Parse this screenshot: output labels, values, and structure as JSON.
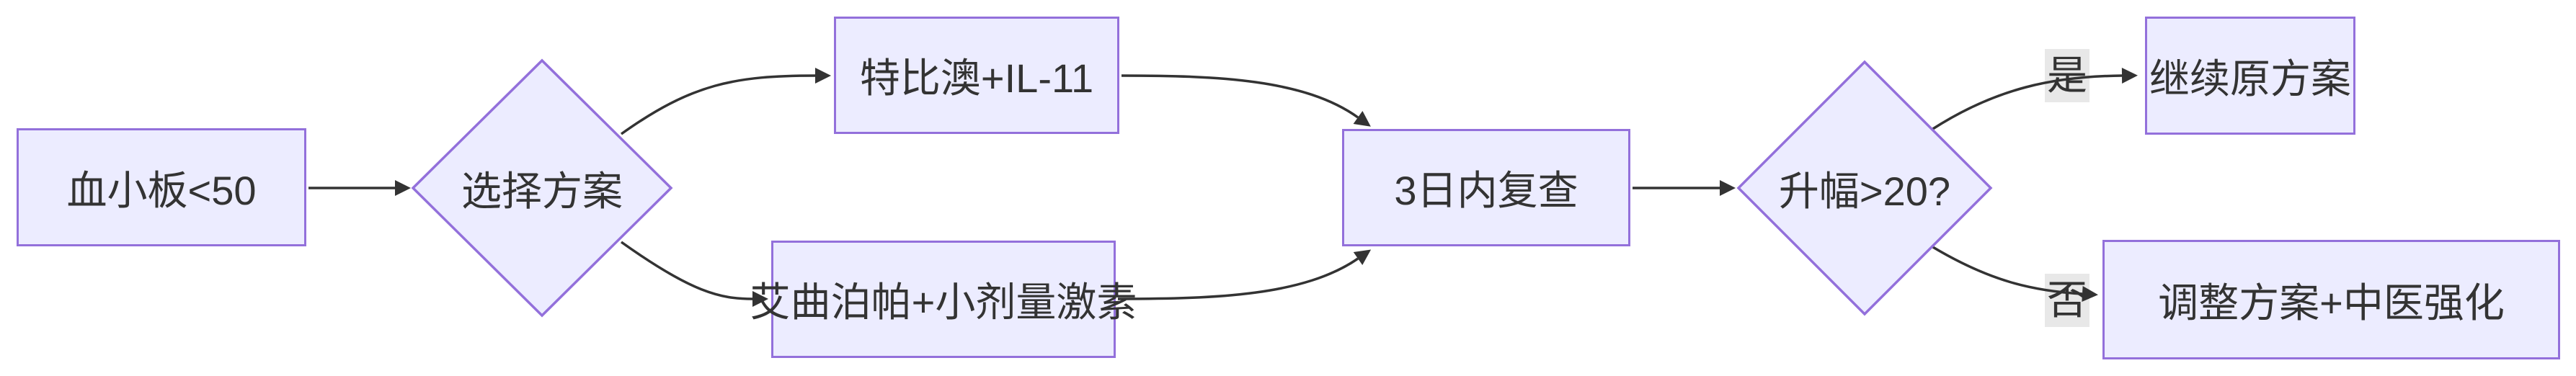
{
  "diagram": {
    "type": "flowchart",
    "direction": "left-to-right",
    "colors": {
      "background": "#ffffff",
      "node_fill": "#ECECFF",
      "node_border": "#9370DB",
      "edge_color": "#333333",
      "text_color": "#333333",
      "edge_label_background": "#e8e8e8"
    },
    "nodes": [
      {
        "id": "start",
        "type": "rect",
        "label": "血小板<50"
      },
      {
        "id": "select",
        "type": "diamond",
        "label": "选择方案"
      },
      {
        "id": "optionA",
        "type": "rect",
        "label": "特比澳+IL-11"
      },
      {
        "id": "optionB",
        "type": "rect",
        "label": "艾曲泊帕+小剂量激素"
      },
      {
        "id": "recheck",
        "type": "rect",
        "label": "3日内复查"
      },
      {
        "id": "rise",
        "type": "diamond",
        "label": "升幅>20?"
      },
      {
        "id": "continue",
        "type": "rect",
        "label": "继续原方案"
      },
      {
        "id": "adjust",
        "type": "rect",
        "label": "调整方案+中医强化"
      }
    ],
    "edges": [
      {
        "from": "start",
        "to": "select",
        "label": ""
      },
      {
        "from": "select",
        "to": "optionA",
        "label": ""
      },
      {
        "from": "select",
        "to": "optionB",
        "label": ""
      },
      {
        "from": "optionA",
        "to": "recheck",
        "label": ""
      },
      {
        "from": "optionB",
        "to": "recheck",
        "label": ""
      },
      {
        "from": "recheck",
        "to": "rise",
        "label": ""
      },
      {
        "from": "rise",
        "to": "continue",
        "label": "是"
      },
      {
        "from": "rise",
        "to": "adjust",
        "label": "否"
      }
    ]
  }
}
